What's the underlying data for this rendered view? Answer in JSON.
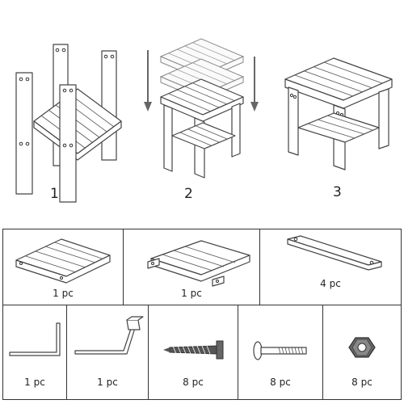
{
  "steps": [
    {
      "number": "1"
    },
    {
      "number": "2"
    },
    {
      "number": "3"
    }
  ],
  "parts_row1": [
    {
      "quantity": "1 pc",
      "icon": "top-slatted-panel-icon"
    },
    {
      "quantity": "1 pc",
      "icon": "lower-shelf-panel-icon"
    },
    {
      "quantity": "4 pc",
      "icon": "leg-board-icon"
    }
  ],
  "parts_row2": [
    {
      "quantity": "1 pc",
      "icon": "allen-key-icon"
    },
    {
      "quantity": "1 pc",
      "icon": "socket-wrench-icon"
    },
    {
      "quantity": "8 pc",
      "icon": "wood-screw-icon"
    },
    {
      "quantity": "8 pc",
      "icon": "bolt-icon"
    },
    {
      "quantity": "8 pc",
      "icon": "hex-nut-icon"
    }
  ]
}
